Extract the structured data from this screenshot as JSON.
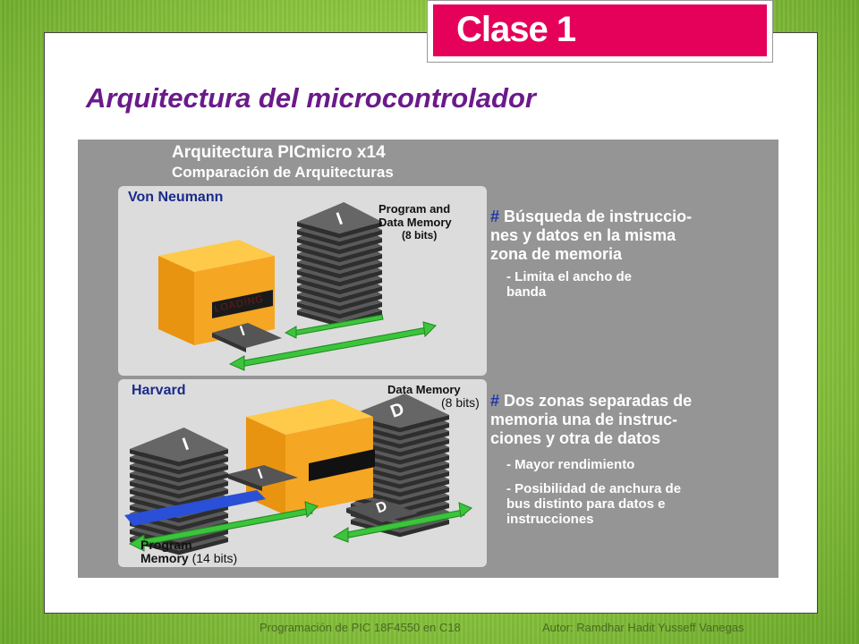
{
  "badge": {
    "text": "Clase 1"
  },
  "slide_title": "Arquitectura del microcontrolador",
  "figure": {
    "title": "Arquitectura PICmicro x14",
    "subtitle": "Comparación de Arquitecturas",
    "von_neumann": {
      "title": "Von Neumann",
      "memory_label_1": "Program and",
      "memory_label_2": "Data Memory",
      "memory_bits": "(8 bits)",
      "cpu_label": "LOADING",
      "bullet_1": "Búsqueda de instruccio-",
      "bullet_2": "nes y datos en la misma",
      "bullet_3": "zona de memoria",
      "sub_1": "- Limita el ancho de",
      "sub_2": "banda"
    },
    "harvard": {
      "title": "Harvard",
      "data_mem_label": "Data Memory",
      "data_mem_bits": "(8 bits)",
      "prog_mem_label_1": "Program",
      "prog_mem_label_2": "Memory",
      "prog_mem_bits": "(14 bits)",
      "bullet_1": "Dos zonas separadas de",
      "bullet_2": "memoria una de instruc-",
      "bullet_3": "ciones y otra de datos",
      "sub_1": "- Mayor rendimiento",
      "sub_2": "- Posibilidad de anchura de",
      "sub_3": "bus distinto para datos e",
      "sub_4": "instrucciones"
    },
    "hash": "#",
    "letter_i": "I",
    "letter_d": "D"
  },
  "footer": {
    "left": "Programación de PIC 18F4550 en C18",
    "right": "Autor: Ramdhar Hadit Yusseff Vanegas"
  },
  "colors": {
    "accent": "#e5005a",
    "title": "#6a1a8a",
    "panel_title": "#1a2a8a",
    "arrow": "#3cc43c",
    "cpu": "#f5a623"
  }
}
